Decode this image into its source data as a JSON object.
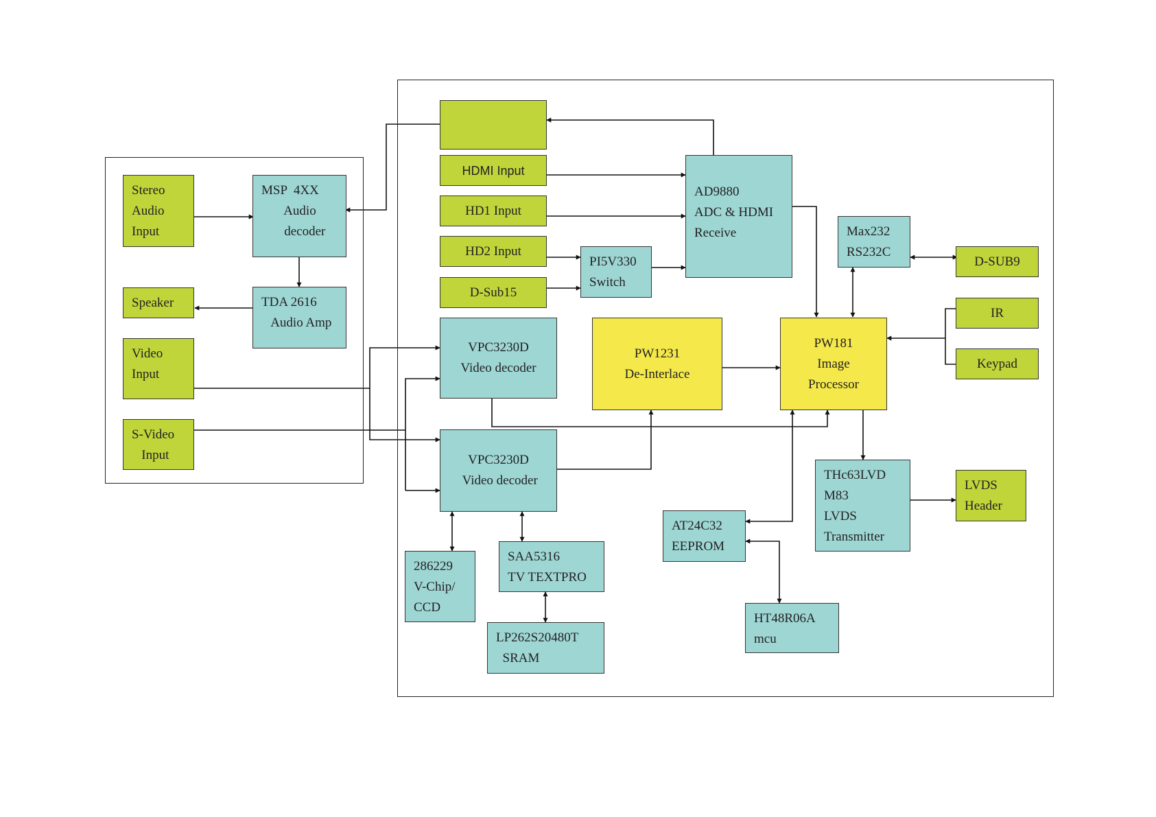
{
  "colors": {
    "io": "#bfd53a",
    "chip": "#9ed6d4",
    "processor": "#f5e84a",
    "line": "#111111"
  },
  "blocks": {
    "unlabeled_input": "",
    "hdmi_input": "HDMI Input",
    "hd1_input": "HD1 Input",
    "hd2_input": "HD2 Input",
    "dsub15": "D-Sub15",
    "pi5v330": "PI5V330\nSwitch",
    "ad9880": "AD9880\nADC & HDMI\nReceive",
    "max232": "Max232\nRS232C",
    "dsub9": "D-SUB9",
    "ir": "IR",
    "keypad": "Keypad",
    "pw181": "PW181\nImage\nProcessor",
    "pw1231": "PW1231\nDe-Interlace",
    "vpc_top": "VPC3230D\nVideo decoder",
    "vpc_bottom": "VPC3230D\n Video decoder",
    "thc63": "THc63LVD\nM83\nLVDS\nTransmitter",
    "lvds_header": "LVDS\nHeader",
    "at24c32": "AT24C32\nEEPROM",
    "ht48r06a": "HT48R06A\nmcu",
    "vchip": "286229\nV-Chip/\nCCD",
    "saa5316": "SAA5316\nTV TEXTPRO",
    "sram": "LP262S20480T\n  SRAM",
    "stereo_audio": "Stereo\nAudio\nInput",
    "msp4xx": "MSP  4XX\n       Audio\n       decoder",
    "speaker": "Speaker",
    "tda2616": "TDA 2616\n   Audio Amp",
    "video_input": "Video\nInput",
    "svideo_input": "S-Video\n   Input"
  }
}
